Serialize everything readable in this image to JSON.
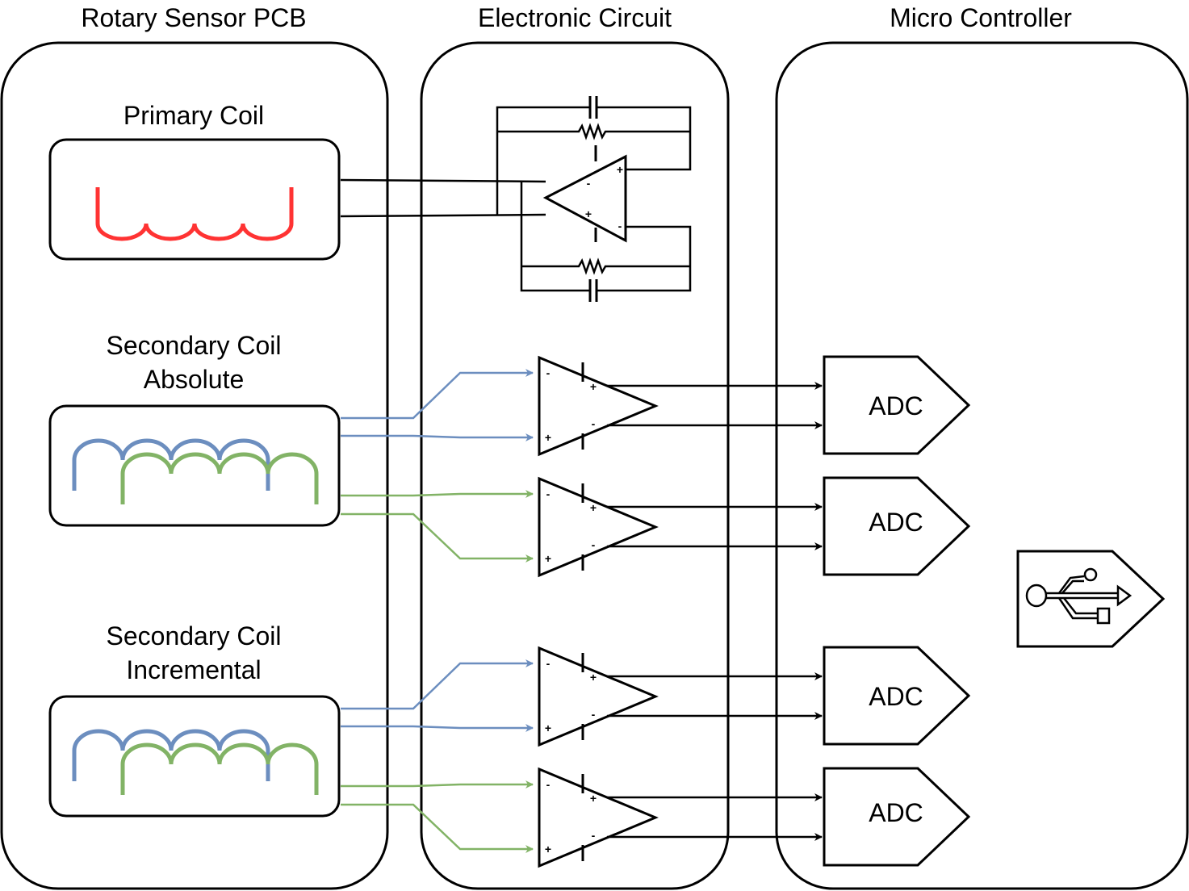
{
  "colors": {
    "primary_coil": "#FF3333",
    "sine_coil": "#6C8EBF",
    "cosine_coil": "#82B366",
    "stroke": "#000000"
  },
  "groups": {
    "sensor_pcb": {
      "title": "Rotary Sensor PCB"
    },
    "electronic_circuit": {
      "title": "Electronic Circuit"
    },
    "micro_controller": {
      "title": "Micro Controller"
    }
  },
  "coils": {
    "primary": {
      "label": "Primary Coil"
    },
    "secondary_absolute": {
      "label_line1": "Secondary Coil",
      "label_line2": "Absolute"
    },
    "secondary_incremental": {
      "label_line1": "Secondary Coil",
      "label_line2": "Incremental"
    }
  },
  "opamp_pins": {
    "minus": "-",
    "plus": "+"
  },
  "adcs": [
    {
      "label": "ADC"
    },
    {
      "label": "ADC"
    },
    {
      "label": "ADC"
    },
    {
      "label": "ADC"
    }
  ],
  "usb": {
    "icon": "usb-icon"
  }
}
